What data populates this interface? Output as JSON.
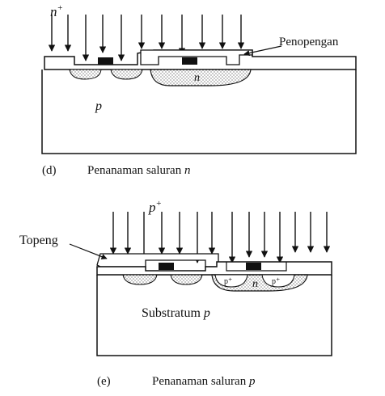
{
  "panel_d": {
    "ion_label": "n",
    "ion_label_sup": "+",
    "mask_label": "Penopengan",
    "region_n_label": "n",
    "substrate_label": "p",
    "caption_tag": "(d)",
    "caption_text": "Penanaman saluran ",
    "caption_italic": "n"
  },
  "panel_e": {
    "ion_label": "p",
    "ion_label_sup": "+",
    "mask_label": "Topeng",
    "region_n_label": "n",
    "pplus_label_left": "p⁺",
    "pplus_label_right": "p⁺",
    "substrate_label": "Substratum ",
    "substrate_italic": "p",
    "caption_tag": "(e)",
    "caption_text": "Penanaman saluran ",
    "caption_italic": "p"
  },
  "colors": {
    "ink": "#111111",
    "stipple": "#e6e6e6",
    "paper": "#ffffff"
  }
}
